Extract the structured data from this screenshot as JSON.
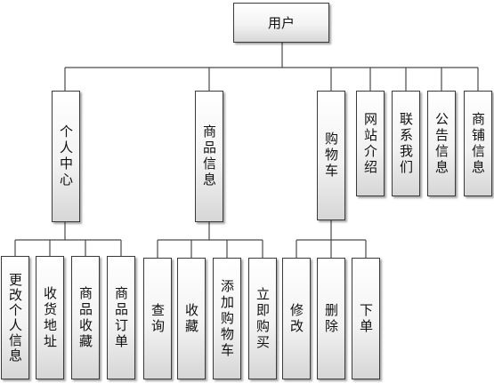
{
  "root": {
    "label": "用户"
  },
  "level1": [
    {
      "label": "个人中心"
    },
    {
      "label": "商品信息"
    },
    {
      "label": "购物车"
    },
    {
      "label": "网站介绍"
    },
    {
      "label": "联系我们"
    },
    {
      "label": "公告信息"
    },
    {
      "label": "商铺信息"
    }
  ],
  "personal_center_children": [
    {
      "label": "更改个人信息"
    },
    {
      "label": "收货地址"
    },
    {
      "label": "商品收藏"
    },
    {
      "label": "商品订单"
    }
  ],
  "product_info_children": [
    {
      "label": "查询"
    },
    {
      "label": "收藏"
    },
    {
      "label": "添加购物车"
    },
    {
      "label": "立即购买"
    }
  ],
  "cart_children": [
    {
      "label": "修改"
    },
    {
      "label": "删除"
    },
    {
      "label": "下单"
    }
  ]
}
